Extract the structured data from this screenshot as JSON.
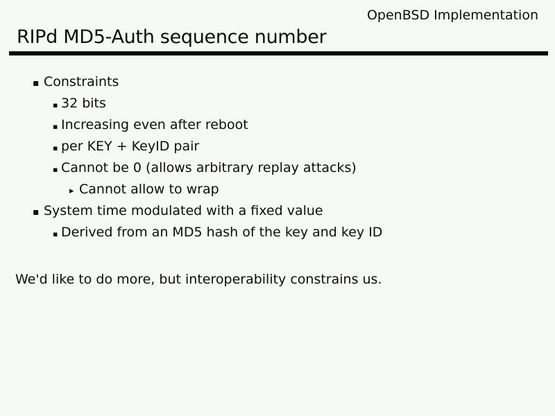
{
  "slide": {
    "corner_label": "OpenBSD Implementation",
    "title": "RIPd MD5-Auth sequence number",
    "bullet_glyphs": {
      "level1": "▪",
      "level2": "▪",
      "level3": "▸"
    },
    "bullets": [
      {
        "level": 1,
        "text": "Constraints"
      },
      {
        "level": 2,
        "text": "32 bits"
      },
      {
        "level": 2,
        "text": "Increasing even after reboot"
      },
      {
        "level": 2,
        "text": "per KEY + KeyID pair"
      },
      {
        "level": 2,
        "text": "Cannot be 0 (allows arbitrary replay attacks)"
      },
      {
        "level": 3,
        "text": "Cannot allow to wrap"
      },
      {
        "level": 1,
        "text": "System time modulated with a fixed value"
      },
      {
        "level": 2,
        "text": "Derived from an MD5 hash of the key and key ID"
      }
    ],
    "footnote": "We'd like to do more, but interoperability constrains us.",
    "colors": {
      "background": "#f5faf4",
      "text": "#0d0d0d",
      "rule": "#000000"
    }
  }
}
